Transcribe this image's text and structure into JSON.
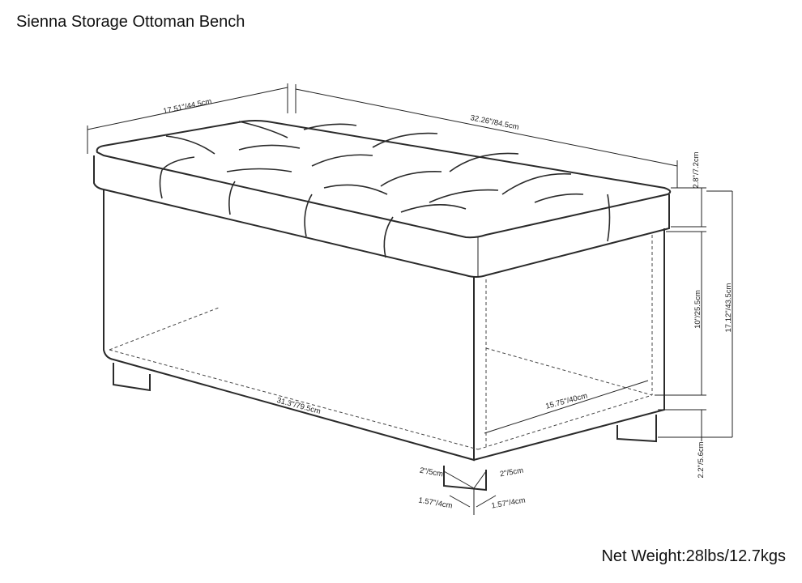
{
  "title": "Sienna Storage Ottoman Bench",
  "net_weight": "Net Weight:28lbs/12.7kgs",
  "dimensions": {
    "depth_top": "17.51\"/44.5cm",
    "width_top": "32.26\"/84.5cm",
    "lid_height": "2.8\"/7.2cm",
    "body_height": "10\"/25.5cm",
    "total_height": "17.12\"/43.5cm",
    "leg_height": "2.2\"/5.6cm",
    "base_length": "31.3\"/79.5cm",
    "base_depth": "15.75\"/40cm",
    "leg_top_left": "2\"/5cm",
    "leg_top_right": "2\"/5cm",
    "leg_bottom_left": "1.57\"/4cm",
    "leg_bottom_right": "1.57\"/4cm"
  }
}
